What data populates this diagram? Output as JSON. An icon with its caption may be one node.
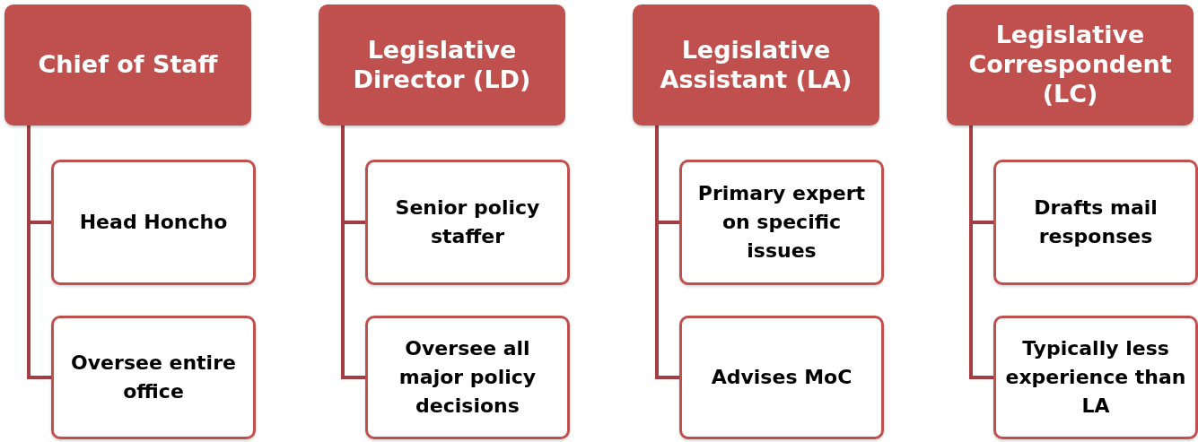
{
  "diagram": {
    "nodes": [
      {
        "text": [
          "Chief of Staff"
        ]
      },
      {
        "text": [
          "Head Honcho"
        ]
      },
      {
        "text": [
          "Oversee entire office"
        ]
      },
      {
        "text": [
          "Legislative Director (LD)"
        ]
      },
      {
        "text": [
          "Senior policy staffer"
        ]
      },
      {
        "text": [
          "Oversee all major policy decisions"
        ]
      },
      {
        "text": [
          "Legislative Assistant (LA)"
        ]
      },
      {
        "text": [
          "Primary expert on specific issues"
        ]
      },
      {
        "text": [
          "Advises MoC"
        ]
      },
      {
        "text": [
          "Legislative Correspondent (LC)"
        ]
      },
      {
        "text": [
          "Drafts mail responses"
        ]
      },
      {
        "text": [
          "Typically less experience than LA"
        ]
      }
    ],
    "edges": [
      {
        "from": 0,
        "to": 1,
        "arrow": "none"
      },
      {
        "from": 0,
        "to": 2,
        "arrow": "none"
      },
      {
        "from": 3,
        "to": 4,
        "arrow": "none"
      },
      {
        "from": 3,
        "to": 5,
        "arrow": "none"
      },
      {
        "from": 6,
        "to": 7,
        "arrow": "none"
      },
      {
        "from": 6,
        "to": 8,
        "arrow": "none"
      },
      {
        "from": 9,
        "to": 10,
        "arrow": "none"
      },
      {
        "from": 9,
        "to": 11,
        "arrow": "none"
      }
    ]
  }
}
